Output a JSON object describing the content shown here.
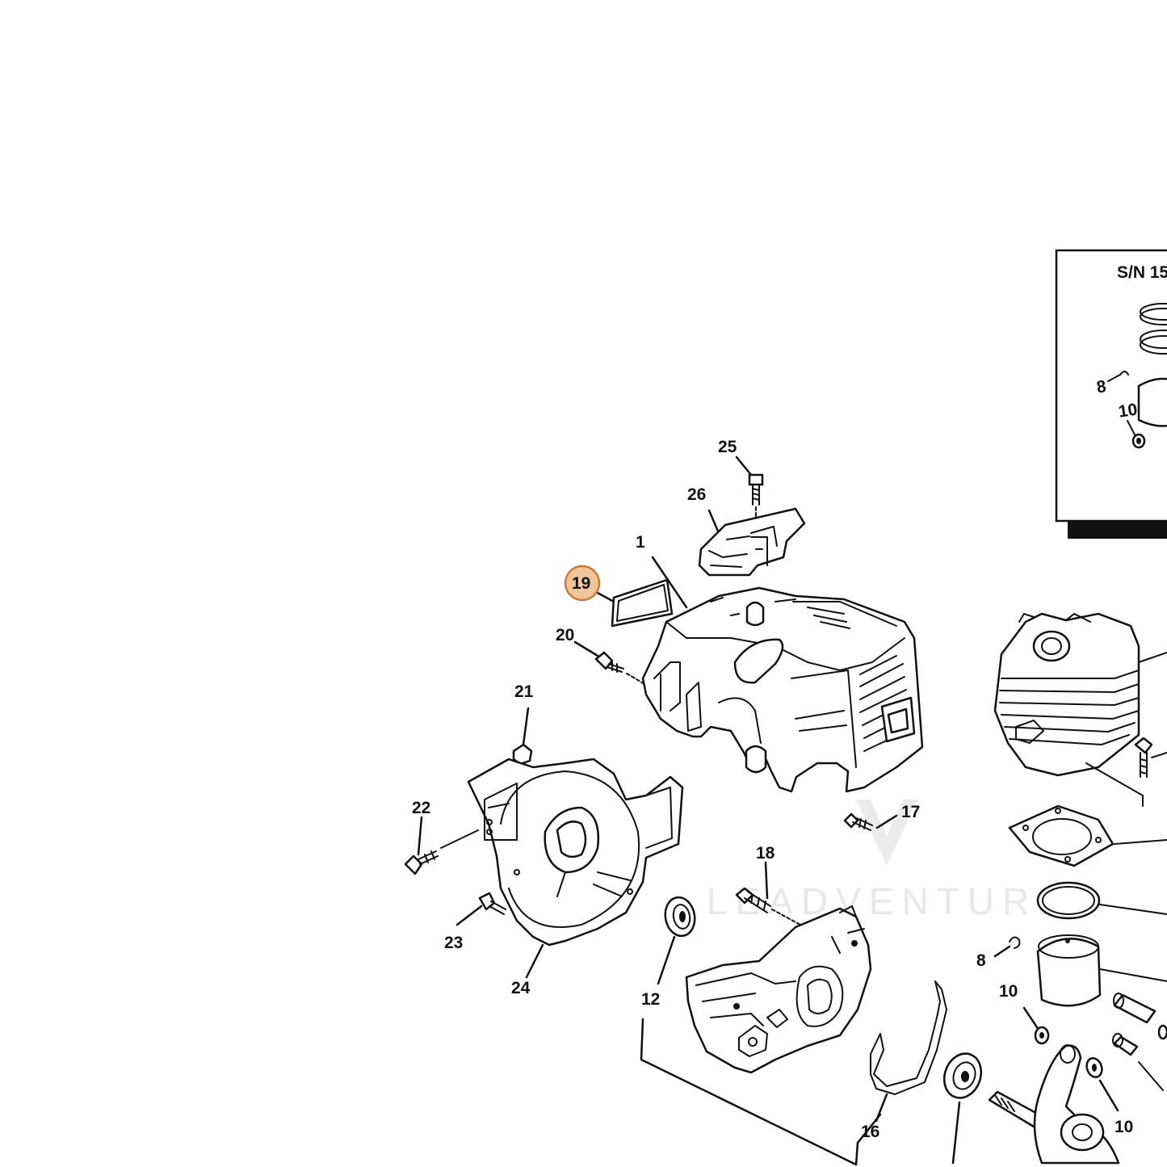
{
  "highlight": {
    "part": "19",
    "fill": "#f0c59a",
    "stroke": "#c77a3b"
  },
  "inset": {
    "title": "S/N 15",
    "labels": [
      "8",
      "10"
    ]
  },
  "watermark": {
    "text": "LEADVENTURE",
    "color": "#e6e6e6"
  },
  "labels": {
    "p1": "1",
    "p8": "8",
    "p10a": "10",
    "p10b": "10",
    "p12": "12",
    "p16": "16",
    "p17": "17",
    "p18": "18",
    "p19": "19",
    "p20": "20",
    "p21": "21",
    "p22": "22",
    "p23": "23",
    "p24": "24",
    "p25": "25",
    "p26": "26"
  }
}
